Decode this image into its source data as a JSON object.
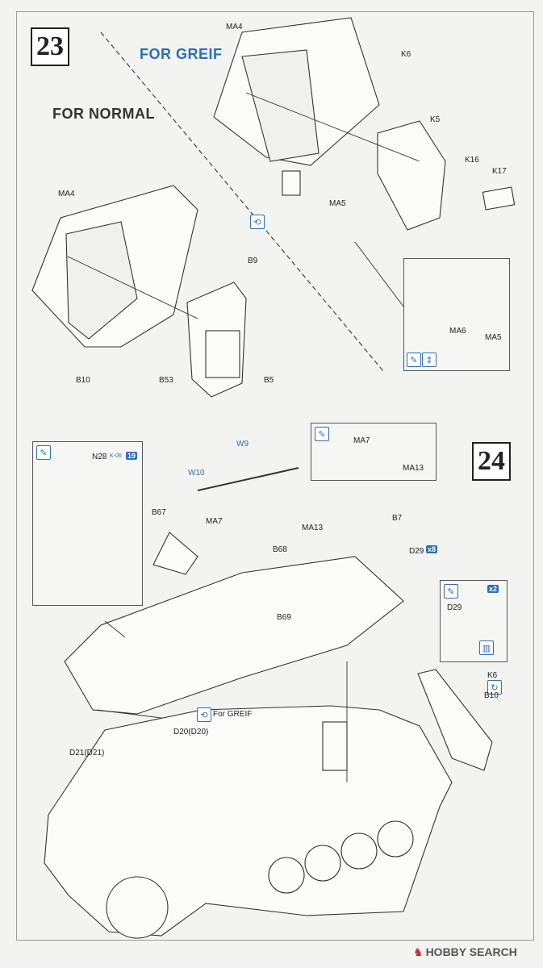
{
  "steps": {
    "step23": "23",
    "step24": "24"
  },
  "variants": {
    "greif": "FOR GREIF",
    "normal": "FOR NORMAL"
  },
  "labels": {
    "ma4_top": "MA4",
    "k6_top": "K6",
    "k5": "K5",
    "k16": "K16",
    "k17": "K17",
    "ma5_top": "MA5",
    "ma4_left": "MA4",
    "b9": "B9",
    "b10_left": "B10",
    "b53": "B53",
    "b5": "B5",
    "ma6": "MA6",
    "ma5_inset": "MA5",
    "n28": "N28",
    "n28_ref": "K-06",
    "n28_count": "19",
    "w9": "W9",
    "w10": "W10",
    "ma7_inset": "MA7",
    "ma13_inset": "MA13",
    "b67": "B67",
    "ma7": "MA7",
    "ma13": "MA13",
    "b7": "B7",
    "b68": "B68",
    "d29": "D29",
    "d29_qty": "x8",
    "b69": "B69",
    "d29_inset": "D29",
    "d29_inset_qty": "x2",
    "k6_right": "K6",
    "b10_right": "B10",
    "for_greif_note": "For GREIF",
    "d20": "D20(D20)",
    "d21": "D21(D21)"
  },
  "icons": {
    "paint": "paint-brush-icon",
    "rotate": "rotate-view-icon",
    "flip": "flip-view-icon",
    "glue": "glue-icon",
    "repeat": "repeat-icon"
  },
  "colors": {
    "accent": "#2c6fb7",
    "line": "#333333"
  },
  "watermark": {
    "brand": "HOBBY SEARCH"
  }
}
